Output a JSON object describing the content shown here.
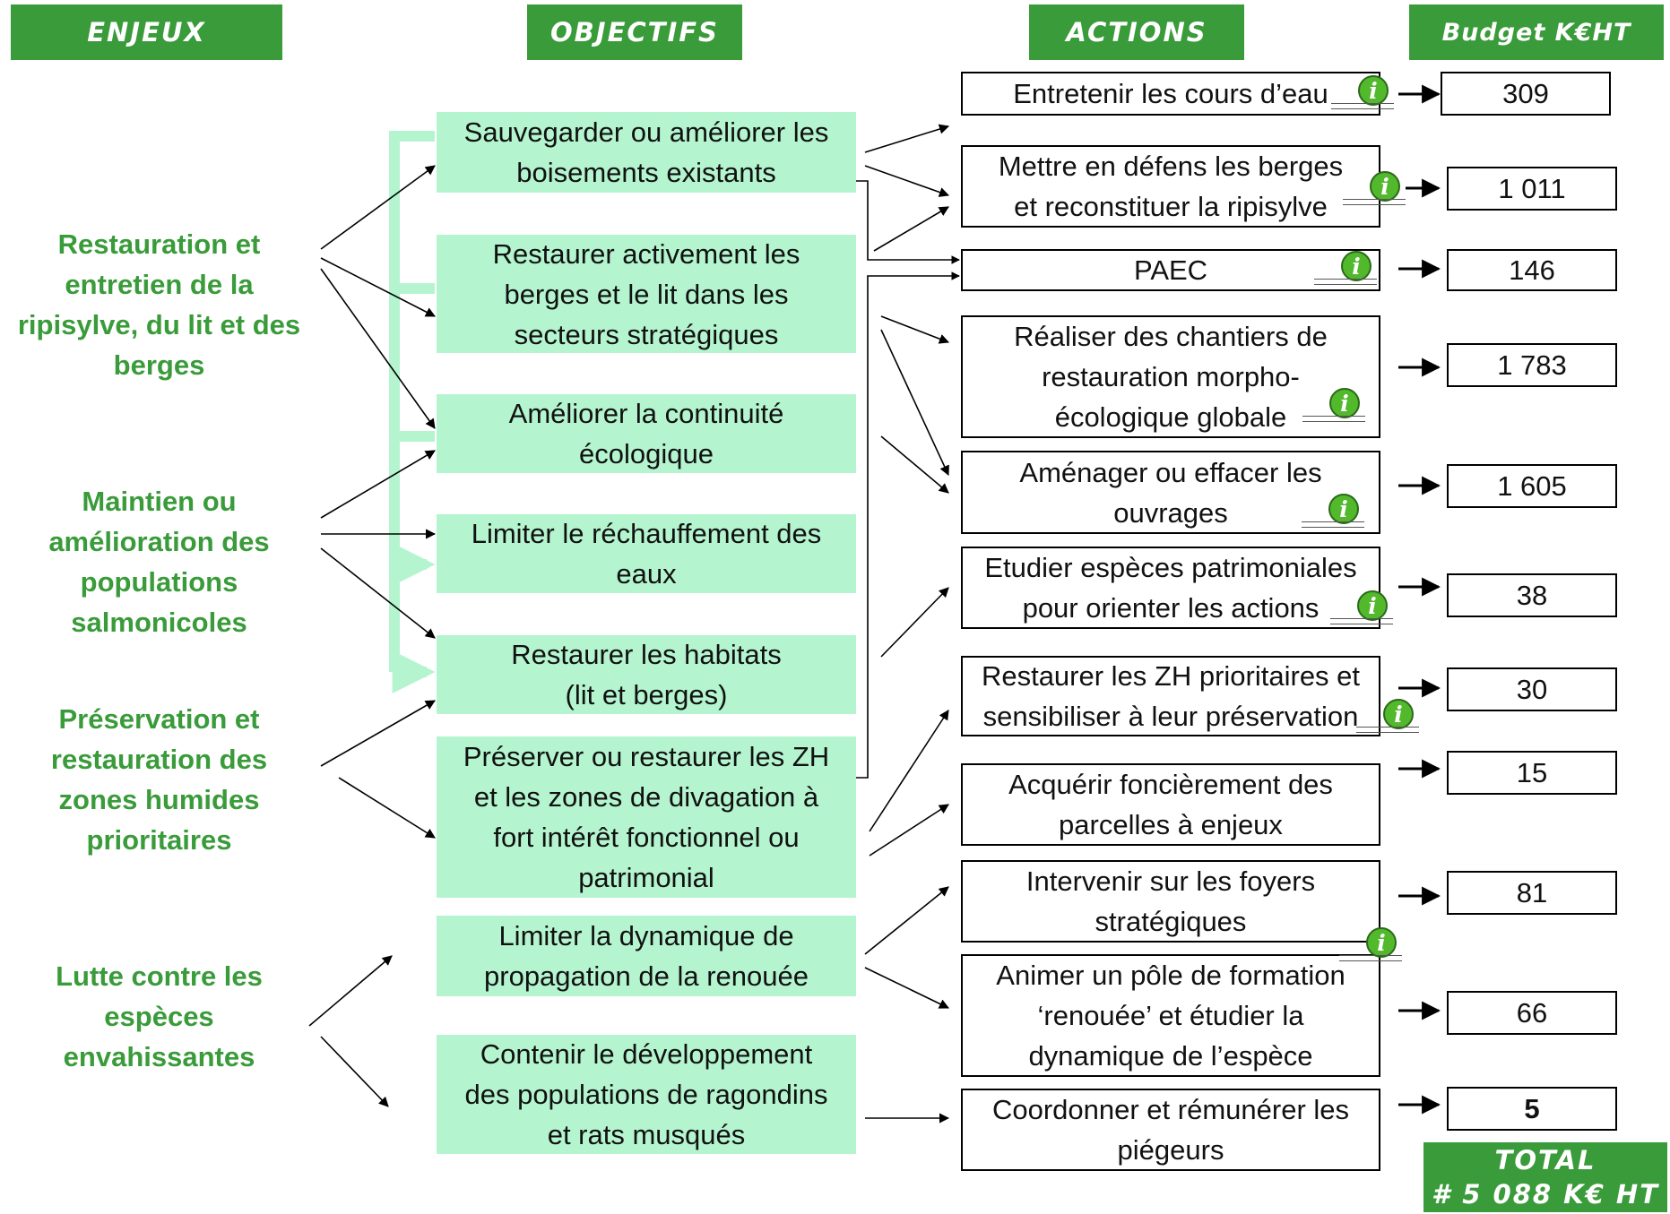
{
  "headers": {
    "enjeux": "ENJEUX",
    "objectifs": "OBJECTIFS",
    "actions": "ACTIONS",
    "budget": "Budget K€HT"
  },
  "enjeux": [
    "Restauration et\nentretien de la\nripisylve, du lit et des\nberges",
    "Maintien ou\namélioration des\npopulations\nsalmonicoles",
    "Préservation et\nrestauration des\nzones humides\nprioritaires",
    "Lutte contre les\nespèces\nenvahissantes"
  ],
  "objectifs": [
    "Sauvegarder ou améliorer les\nboisements existants",
    "Restaurer activement les\nberges et le lit dans les\nsecteurs stratégiques",
    "Améliorer la continuité\nécologique",
    "Limiter le réchauffement des\neaux",
    "Restaurer les habitats\n(lit et berges)",
    "Préserver ou restaurer les ZH\net les zones de divagation à\nfort intérêt fonctionnel ou\npatrimonial",
    "Limiter la dynamique de\npropagation de la renouée",
    "Contenir le développement\ndes populations de ragondins\net rats musqués"
  ],
  "actions": [
    "Entretenir les cours d’eau",
    "Mettre en défens les berges\net reconstituer la ripisylve",
    "PAEC",
    "Réaliser des chantiers de\nrestauration morpho-\nécologique globale",
    "Aménager ou effacer les\nouvrages",
    "Etudier espèces patrimoniales\npour orienter les actions",
    "Restaurer les ZH prioritaires et\nsensibiliser à leur préservation",
    "Acquérir foncièrement des\nparcelles à enjeux",
    "Intervenir sur les foyers\nstratégiques",
    "Animer un pôle de formation\n‘renouée’ et étudier la\ndynamique de l’espèce",
    "Coordonner et rémunérer les\npiégeurs"
  ],
  "budgets": [
    "309",
    "1 011",
    "146",
    "1 783",
    "1 605",
    "38",
    "30",
    "15",
    "81",
    "66",
    "5"
  ],
  "info_icon_glyph": "i",
  "total": "TOTAL\n# 5 088 K€ HT",
  "colors": {
    "header_bg": "#3a9b3a",
    "enjeu_text": "#3a9b3a",
    "objectif_bg": "#b4f5d0",
    "bracket": "#b4f5d0",
    "info_icon": "#52b82c"
  }
}
